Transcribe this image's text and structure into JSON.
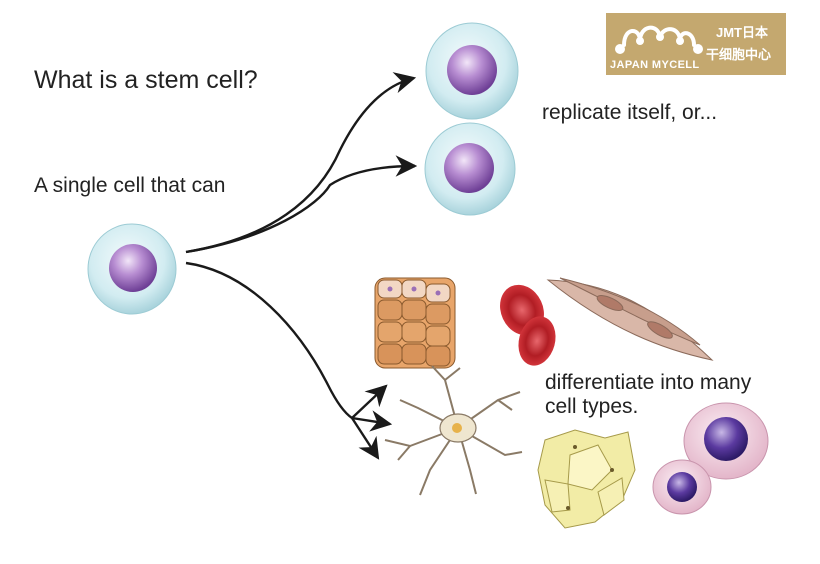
{
  "question": "What is a stem cell?",
  "subject": "A single cell that can",
  "outcome_replicate": "replicate itself, or...",
  "outcome_differentiate_line1": "differentiate into many",
  "outcome_differentiate_line2": "cell types.",
  "logo": {
    "brand": "JAPAN MYCELL",
    "cn_line1": "JMT日本",
    "cn_line2": "干细胞中心"
  },
  "colors": {
    "cell_cytoplasm": "#d6eef2",
    "nucleus": "#8d5cb2",
    "arrow": "#1a1a1a",
    "logo_bg": "#c4a86f",
    "red_blood_cell": "#c8262c",
    "fat_cell": "#f2eca6"
  }
}
